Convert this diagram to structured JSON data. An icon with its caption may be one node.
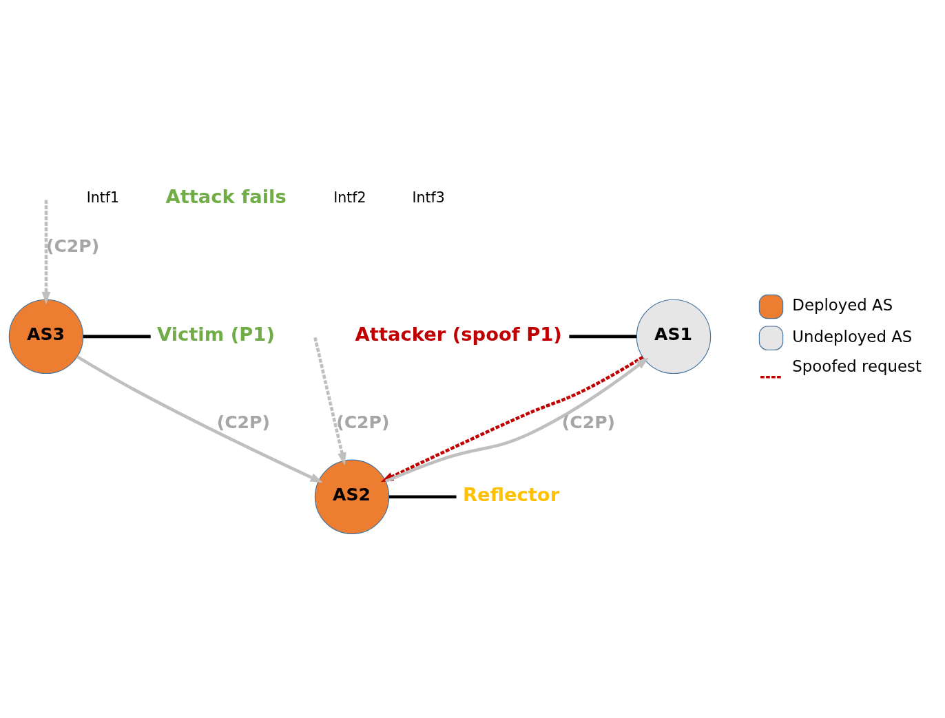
{
  "diagram": {
    "nodes": [
      {
        "text": [
          "AS1"
        ]
      },
      {
        "text": [
          "Attacker (spoof P1)"
        ]
      },
      {
        "text": [
          "AS2"
        ]
      },
      {
        "text": [
          "Reflector"
        ]
      },
      {
        "text": [
          "AS3"
        ]
      },
      {
        "text": [
          "Victim (P1)"
        ]
      }
    ],
    "edges": [
      {
        "from": 1,
        "to": 0,
        "arrow": "none",
        "color": "#000000"
      },
      {
        "from": 2,
        "to": 0,
        "arrow": "to",
        "label": "(C2P)"
      },
      {
        "from": 0,
        "to": 2,
        "arrow": "to",
        "style": "dashed",
        "color": "#c00000"
      },
      {
        "from": null,
        "to": 2,
        "arrow": "to",
        "style": "dashed",
        "label": "(C2P)"
      },
      {
        "from": 2,
        "to": 3,
        "arrow": "none",
        "color": "#000000"
      },
      {
        "from": 4,
        "to": 2,
        "arrow": "to",
        "label": "(C2P)"
      },
      {
        "from": 4,
        "to": 5,
        "arrow": "none",
        "color": "#000000"
      },
      {
        "from": null,
        "to": 4,
        "arrow": "to",
        "style": "dashed",
        "label": "(C2P)"
      }
    ],
    "labels": [
      "Intf1",
      "Attack fails",
      "Intf2",
      "Intf3"
    ],
    "legend": [
      {
        "text": "Deployed AS",
        "color": "#ed7d31"
      },
      {
        "text": "Undeployed AS",
        "color": "#e7e6e6"
      },
      {
        "text": "Spoofed request"
      }
    ]
  }
}
